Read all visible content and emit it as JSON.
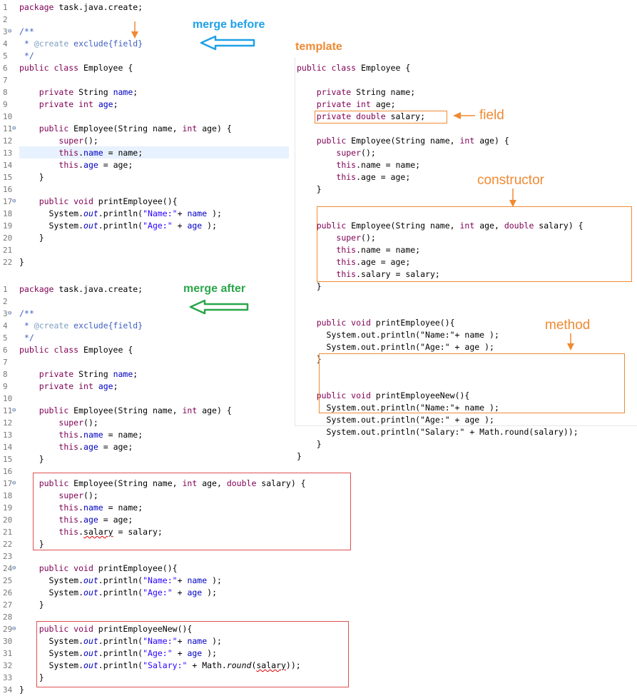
{
  "labels": {
    "merge_before": "merge before",
    "merge_after": "merge after",
    "template": "template",
    "field": "field",
    "constructor": "constructor",
    "method": "method"
  },
  "colors": {
    "merge_before": "#1ea1e8",
    "merge_after": "#2aa64a",
    "orange": "#f08a32",
    "red_box": "#e05050",
    "line_highlight": "#e8f2fe"
  },
  "panels": {
    "before": {
      "lines": [
        {
          "n": "1",
          "code": "<span class=\"kw\">package</span> task.java.create;"
        },
        {
          "n": "2",
          "code": ""
        },
        {
          "n": "3",
          "fold": true,
          "code": "<span class=\"cm\">/**</span>"
        },
        {
          "n": "4",
          "code": "<span class=\"cm\"> * </span><span class=\"cmtag\">@create</span><span class=\"cm\"> exclude{field}</span>"
        },
        {
          "n": "5",
          "code": "<span class=\"cm\"> */</span>"
        },
        {
          "n": "6",
          "code": "<span class=\"kw\">public class</span> Employee {"
        },
        {
          "n": "7",
          "code": ""
        },
        {
          "n": "8",
          "code": "    <span class=\"kw\">private</span> String <span class=\"fld\">name</span>;"
        },
        {
          "n": "9",
          "code": "    <span class=\"kw\">private int</span> <span class=\"fld\">age</span>;"
        },
        {
          "n": "10",
          "code": ""
        },
        {
          "n": "11",
          "fold": true,
          "code": "    <span class=\"kw\">public</span> Employee(String name, <span class=\"kw\">int</span> age) {"
        },
        {
          "n": "12",
          "code": "        <span class=\"kw\">super</span>();"
        },
        {
          "n": "13",
          "code": "        <span class=\"kw\">this</span>.<span class=\"fld\">name</span> = name;"
        },
        {
          "n": "14",
          "code": "        <span class=\"kw\">this</span>.<span class=\"fld\">age</span> = age;"
        },
        {
          "n": "15",
          "code": "    }"
        },
        {
          "n": "16",
          "code": ""
        },
        {
          "n": "17",
          "fold": true,
          "code": "    <span class=\"kw\">public void</span> printEmployee(){"
        },
        {
          "n": "18",
          "code": "      System.<span class=\"fld it\">out</span>.println(<span class=\"str\">\"Name:\"</span>+ <span class=\"fld\">name</span> );"
        },
        {
          "n": "19",
          "code": "      System.<span class=\"fld it\">out</span>.println(<span class=\"str\">\"Age:\"</span> + <span class=\"fld\">age</span> );"
        },
        {
          "n": "20",
          "code": "    }"
        },
        {
          "n": "21",
          "code": ""
        },
        {
          "n": "22",
          "code": "}"
        }
      ]
    },
    "after": {
      "lines": [
        {
          "n": "1",
          "code": "<span class=\"kw\">package</span> task.java.create;"
        },
        {
          "n": "2",
          "code": ""
        },
        {
          "n": "3",
          "fold": true,
          "code": "<span class=\"cm\">/**</span>"
        },
        {
          "n": "4",
          "code": "<span class=\"cm\"> * </span><span class=\"cmtag\">@create</span><span class=\"cm\"> exclude{field}</span>"
        },
        {
          "n": "5",
          "code": "<span class=\"cm\"> */</span>"
        },
        {
          "n": "6",
          "code": "<span class=\"kw\">public class</span> Employee {"
        },
        {
          "n": "7",
          "code": ""
        },
        {
          "n": "8",
          "code": "    <span class=\"kw\">private</span> String <span class=\"fld\">name</span>;"
        },
        {
          "n": "9",
          "code": "    <span class=\"kw\">private int</span> <span class=\"fld\">age</span>;"
        },
        {
          "n": "10",
          "code": ""
        },
        {
          "n": "11",
          "fold": true,
          "code": "    <span class=\"kw\">public</span> Employee(String name, <span class=\"kw\">int</span> age) {"
        },
        {
          "n": "12",
          "code": "        <span class=\"kw\">super</span>();"
        },
        {
          "n": "13",
          "code": "        <span class=\"kw\">this</span>.<span class=\"fld\">name</span> = name;"
        },
        {
          "n": "14",
          "code": "        <span class=\"kw\">this</span>.<span class=\"fld\">age</span> = age;"
        },
        {
          "n": "15",
          "code": "    }"
        },
        {
          "n": "16",
          "code": ""
        },
        {
          "n": "17",
          "fold": true,
          "code": "    <span class=\"kw\">public</span> Employee(String name, <span class=\"kw\">int</span> age, <span class=\"kw\">double</span> salary) {"
        },
        {
          "n": "18",
          "code": "        <span class=\"kw\">super</span>();"
        },
        {
          "n": "19",
          "code": "        <span class=\"kw\">this</span>.<span class=\"fld\">name</span> = name;"
        },
        {
          "n": "20",
          "code": "        <span class=\"kw\">this</span>.<span class=\"fld\">age</span> = age;"
        },
        {
          "n": "21",
          "code": "        <span class=\"kw\">this</span>.<span class=\"sq\">salary</span> = salary;"
        },
        {
          "n": "22",
          "code": "    }"
        },
        {
          "n": "23",
          "code": ""
        },
        {
          "n": "24",
          "fold": true,
          "code": "    <span class=\"kw\">public void</span> printEmployee(){"
        },
        {
          "n": "25",
          "code": "      System.<span class=\"fld it\">out</span>.println(<span class=\"str\">\"Name:\"</span>+ <span class=\"fld\">name</span> );"
        },
        {
          "n": "26",
          "code": "      System.<span class=\"fld it\">out</span>.println(<span class=\"str\">\"Age:\"</span> + <span class=\"fld\">age</span> );"
        },
        {
          "n": "27",
          "code": "    }"
        },
        {
          "n": "28",
          "code": ""
        },
        {
          "n": "29",
          "fold": true,
          "code": "    <span class=\"kw\">public void</span> printEmployeeNew(){"
        },
        {
          "n": "30",
          "code": "      System.<span class=\"fld it\">out</span>.println(<span class=\"str\">\"Name:\"</span>+ <span class=\"fld\">name</span> );"
        },
        {
          "n": "31",
          "code": "      System.<span class=\"fld it\">out</span>.println(<span class=\"str\">\"Age:\"</span> + <span class=\"fld\">age</span> );"
        },
        {
          "n": "32",
          "code": "      System.<span class=\"fld it\">out</span>.println(<span class=\"str\">\"Salary:\"</span> + Math.<span class=\"it\">round</span>(<span class=\"sq\">salary</span>));"
        },
        {
          "n": "33",
          "code": "    }"
        },
        {
          "n": "34",
          "code": "}"
        }
      ]
    },
    "template": {
      "lines": [
        "<span class=\"kw\">public class</span> Employee {",
        "",
        "    <span class=\"kw\">private</span> String name;",
        "    <span class=\"kw\">private int</span> age;",
        "    <span class=\"kw\">private double</span> salary;",
        "",
        "    <span class=\"kw\">public</span> Employee(String name, <span class=\"kw\">int</span> age) {",
        "        <span class=\"kw\">super</span>();",
        "        <span class=\"kw\">this</span>.name = name;",
        "        <span class=\"kw\">this</span>.age = age;",
        "    }",
        "",
        "",
        "    <span class=\"kw\">public</span> Employee(String name, <span class=\"kw\">int</span> age, <span class=\"kw\">double</span> salary) {",
        "        <span class=\"kw\">super</span>();",
        "        <span class=\"kw\">this</span>.name = name;",
        "        <span class=\"kw\">this</span>.age = age;",
        "        <span class=\"kw\">this</span>.salary = salary;",
        "    }",
        "",
        "",
        "    <span class=\"kw\">public void</span> printEmployee(){",
        "      System.out.println(\"Name:\"+ name );",
        "      System.out.println(\"Age:\" + age );",
        "    }",
        "",
        "",
        "    <span class=\"kw\">public void</span> printEmployeeNew(){",
        "      System.out.println(\"Name:\"+ name );",
        "      System.out.println(\"Age:\" + age );",
        "      System.out.println(\"Salary:\" + Math.round(salary));",
        "    }",
        "}"
      ]
    }
  }
}
